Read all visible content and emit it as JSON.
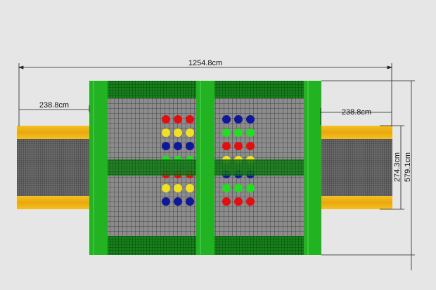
{
  "dimensions": {
    "total_width": "1254.8cm",
    "left_ramp_length": "238.8cm",
    "right_ramp_length": "238.8cm",
    "ramp_width": "274.3cm",
    "total_depth": "579.1cm"
  },
  "colors": {
    "frame_green": "#22b322",
    "mesh_dark_green": "#0d6e12",
    "mesh_gray": "#8a8a8a",
    "ramp_yellow": "#f2b315",
    "ramp_mesh": "#555555",
    "dot_red": "#e01010",
    "dot_yellow": "#f0e020",
    "dot_blue": "#10189a",
    "dot_green": "#22dd22"
  },
  "dot_grid": {
    "left_rows": [
      "red",
      "yellow",
      "blue",
      "green",
      "red",
      "yellow",
      "blue"
    ],
    "right_rows": [
      "blue",
      "green",
      "red",
      "yellow",
      "blue",
      "green",
      "red"
    ],
    "dots_per_row": 3
  }
}
